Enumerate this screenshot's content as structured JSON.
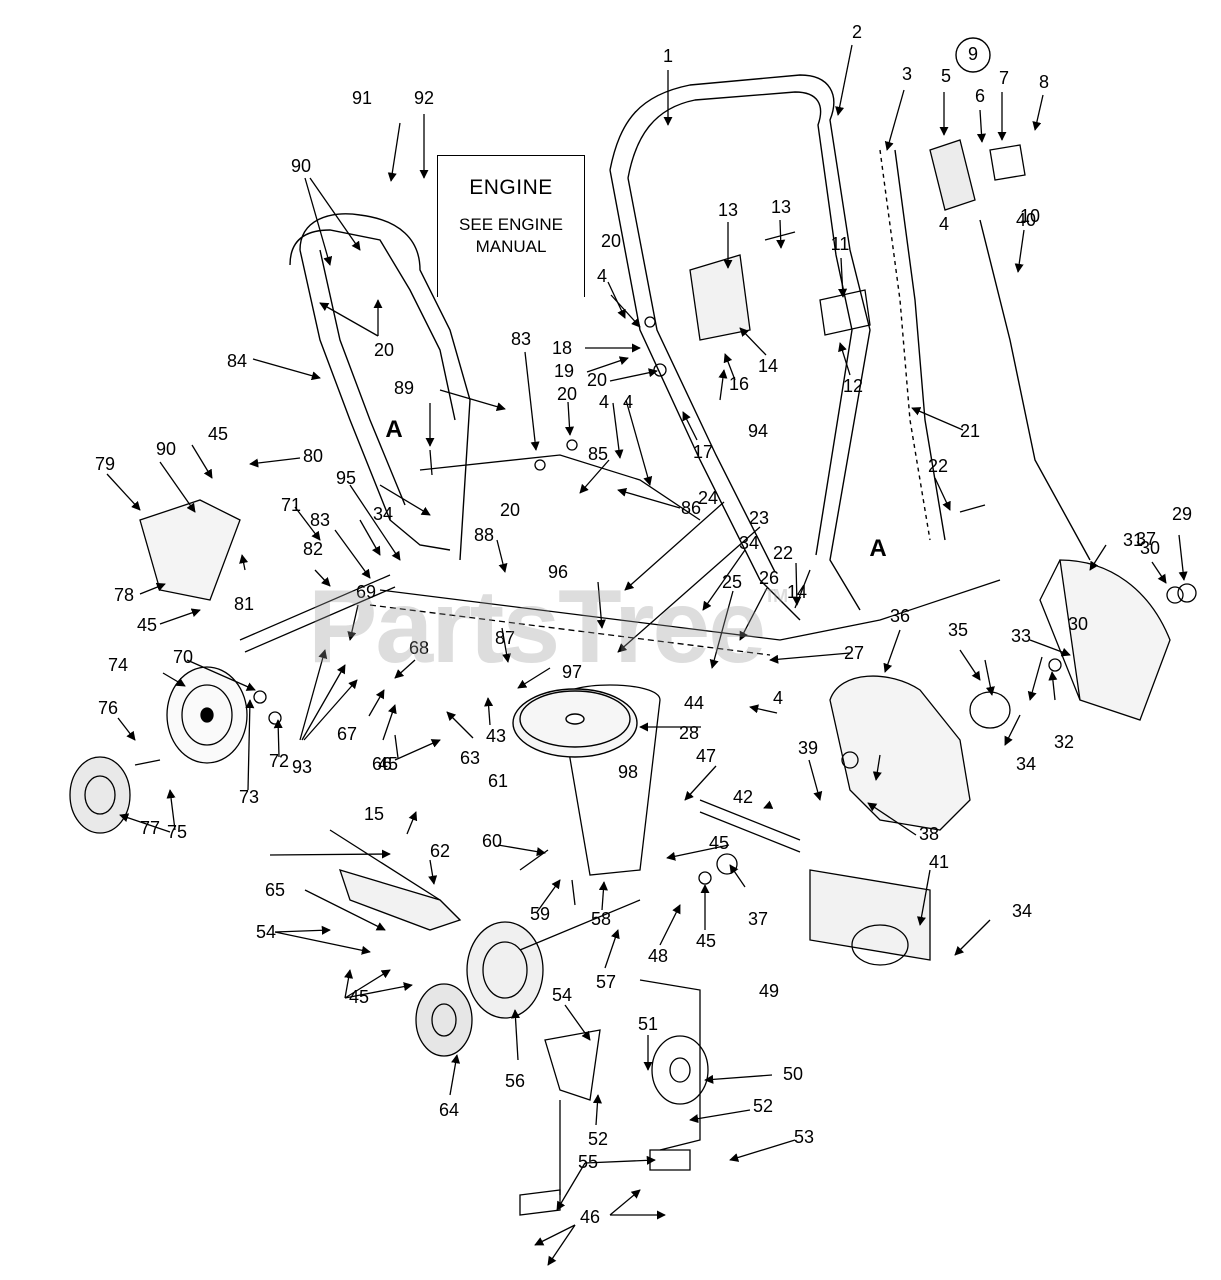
{
  "engine_box": {
    "title": "ENGINE",
    "subtitle_line1": "SEE ENGINE",
    "subtitle_line2": "MANUAL"
  },
  "watermark": {
    "text": "PartsTree",
    "tm": "TM"
  },
  "section_markers": [
    "A",
    "A"
  ],
  "callouts": [
    "1",
    "2",
    "3",
    "4",
    "4",
    "4",
    "4",
    "4",
    "5",
    "6",
    "7",
    "8",
    "9",
    "10",
    "11",
    "12",
    "13",
    "13",
    "14",
    "14",
    "15",
    "16",
    "17",
    "18",
    "19",
    "20",
    "20",
    "20",
    "20",
    "20",
    "21",
    "22",
    "22",
    "23",
    "24",
    "25",
    "26",
    "27",
    "28",
    "29",
    "30",
    "30",
    "31",
    "32",
    "33",
    "34",
    "34",
    "34",
    "34",
    "35",
    "36",
    "37",
    "37",
    "38",
    "39",
    "40",
    "41",
    "42",
    "43",
    "44",
    "45",
    "45",
    "45",
    "45",
    "45",
    "45",
    "46",
    "47",
    "48",
    "49",
    "50",
    "51",
    "52",
    "52",
    "53",
    "54",
    "54",
    "55",
    "56",
    "57",
    "58",
    "59",
    "60",
    "61",
    "62",
    "63",
    "64",
    "65",
    "66",
    "67",
    "68",
    "69",
    "70",
    "71",
    "72",
    "73",
    "74",
    "75",
    "76",
    "77",
    "78",
    "79",
    "80",
    "81",
    "82",
    "83",
    "83",
    "84",
    "85",
    "86",
    "87",
    "88",
    "89",
    "90",
    "90",
    "91",
    "92",
    "93",
    "94",
    "95",
    "96",
    "97",
    "98"
  ]
}
